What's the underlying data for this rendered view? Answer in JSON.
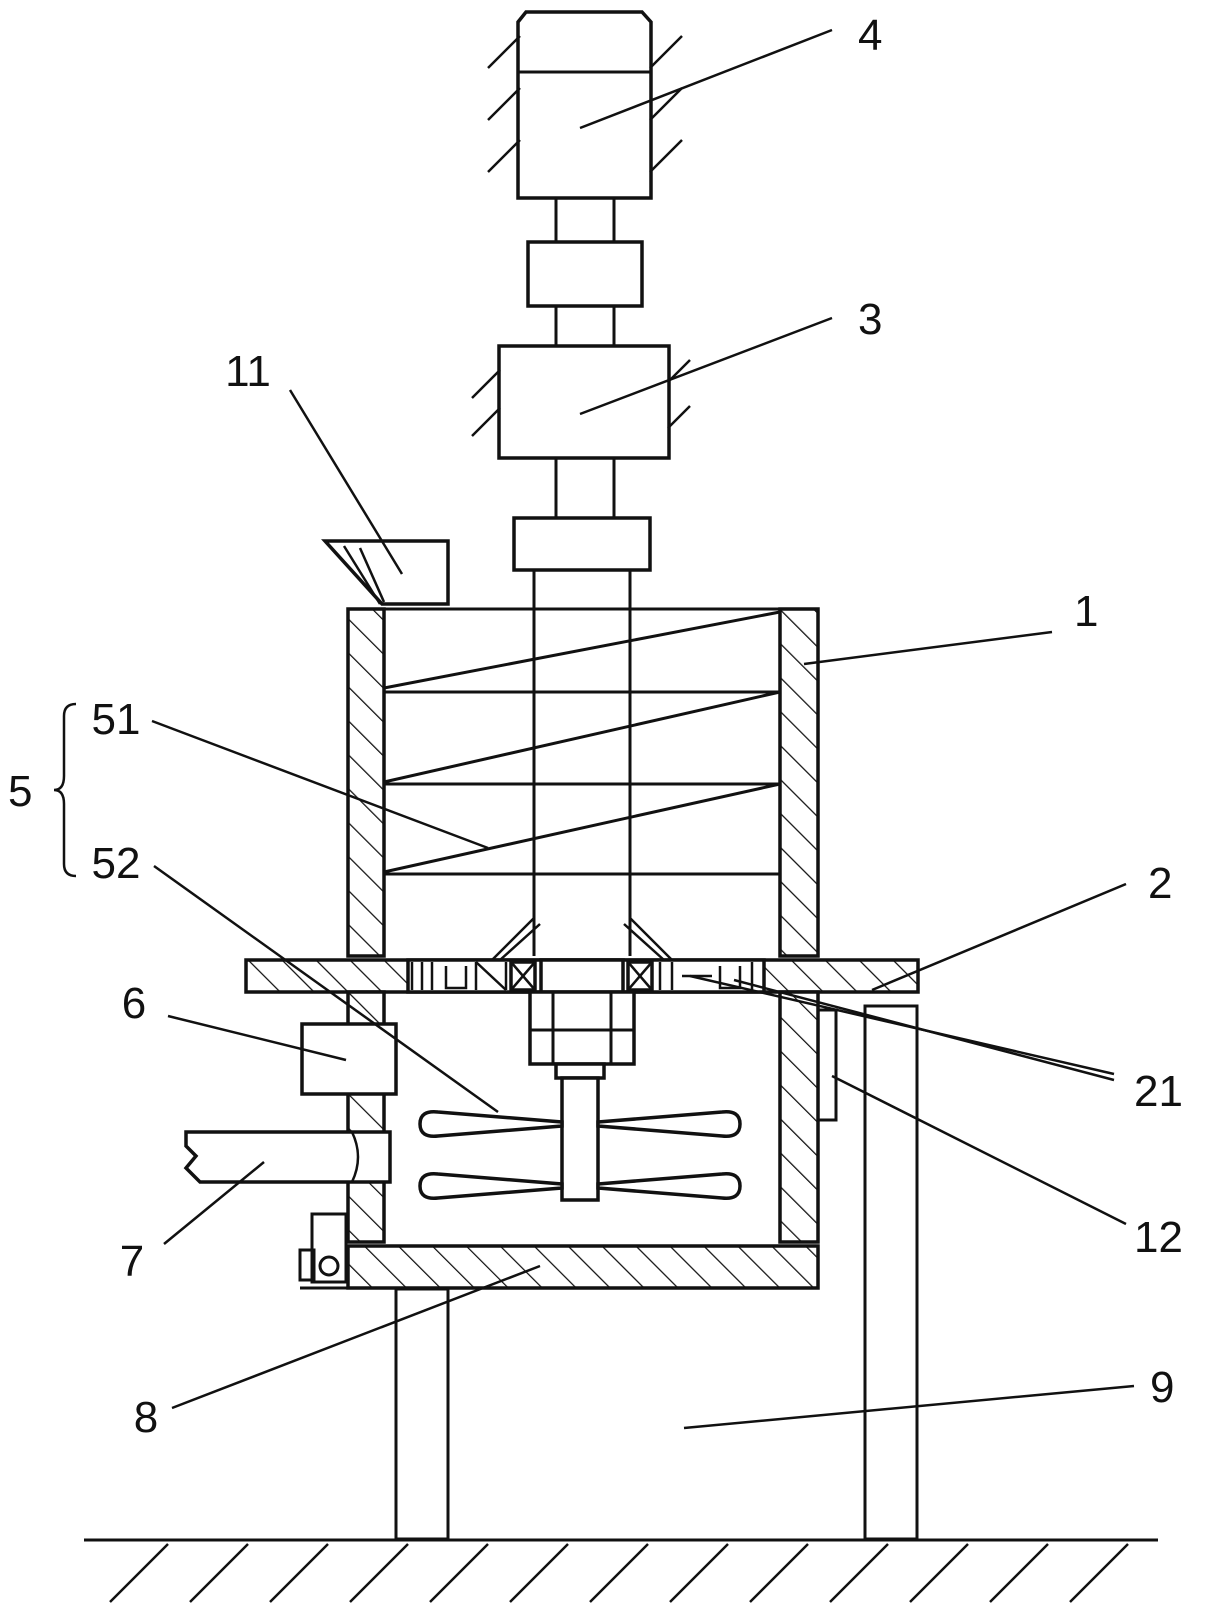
{
  "callouts": [
    {
      "id": "motor",
      "text": "4"
    },
    {
      "id": "reducer",
      "text": "3"
    },
    {
      "id": "feed-hopper",
      "text": "11"
    },
    {
      "id": "barrel",
      "text": "1"
    },
    {
      "id": "stirring-group",
      "text": "5"
    },
    {
      "id": "screw-blade",
      "text": "51"
    },
    {
      "id": "paddle",
      "text": "52"
    },
    {
      "id": "partition-plate",
      "text": "2"
    },
    {
      "id": "unit-6",
      "text": "6"
    },
    {
      "id": "parts-21",
      "text": "21"
    },
    {
      "id": "pipe",
      "text": "7"
    },
    {
      "id": "part-12",
      "text": "12"
    },
    {
      "id": "base-plate",
      "text": "8"
    },
    {
      "id": "stand",
      "text": "9"
    }
  ]
}
